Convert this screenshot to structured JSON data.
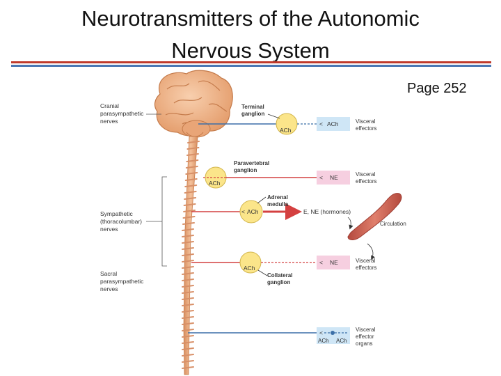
{
  "slide": {
    "title_line1": "Neurotransmitters of the Autonomic",
    "title_line2": "Nervous System",
    "page_ref": "Page 252"
  },
  "colors": {
    "rule_top": "#c0392b",
    "rule_bottom": "#4a78b5",
    "spinal_cord": "#e8a97a",
    "brain": "#eeb287",
    "ganglion": "#fbe58a",
    "preganglionic_line": "#d44040",
    "parasympathetic_line": "#3b6fa8",
    "ach_box": "#cfe6f6",
    "ne_box": "#f6cfe0",
    "blood_vessel": "#c9574a"
  },
  "diagram": {
    "left_labels": {
      "cranial": [
        "Cranial",
        "parasympathetic",
        "nerves"
      ],
      "sympathetic": [
        "Sympathetic",
        "(thoracolumbar)",
        "nerves"
      ],
      "sacral": [
        "Sacral",
        "parasympathetic",
        "nerves"
      ]
    },
    "ganglia": {
      "terminal": "Terminal\nganglion",
      "paravertebral": "Paravertebral\nganglion",
      "adrenal": "Adrenal\nmedulla",
      "collateral": "Collateral\nganglion"
    },
    "transmitters": {
      "ach": "ACh",
      "ne": "NE",
      "hormones": "E, NE (hormones)"
    },
    "effectors": {
      "visceral_effectors": "Visceral\neffectors",
      "visceral_effector_organs": "Visceral\neffector\norgans",
      "circulation": "Circulation"
    }
  }
}
